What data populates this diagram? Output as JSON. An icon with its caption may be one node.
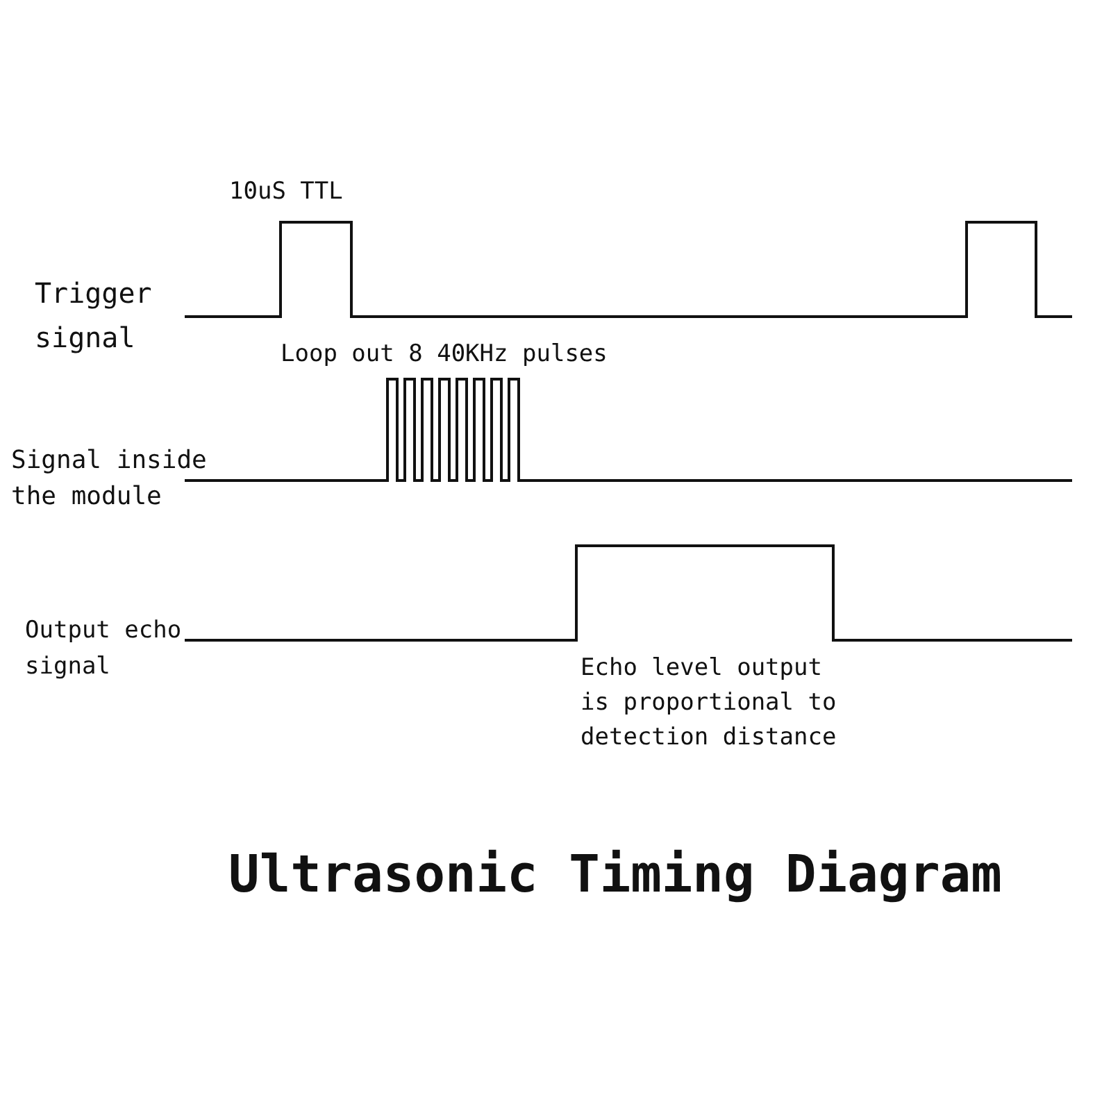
{
  "diagram": {
    "title": "Ultrasonic Timing Diagram",
    "labels": [
      "10uS TTL",
      "Trigger signal",
      "Loop out 8 40KHz pulses",
      "Signal inside the module",
      "Output echo signal",
      "Echo level output is proportional to detection distance"
    ]
  }
}
